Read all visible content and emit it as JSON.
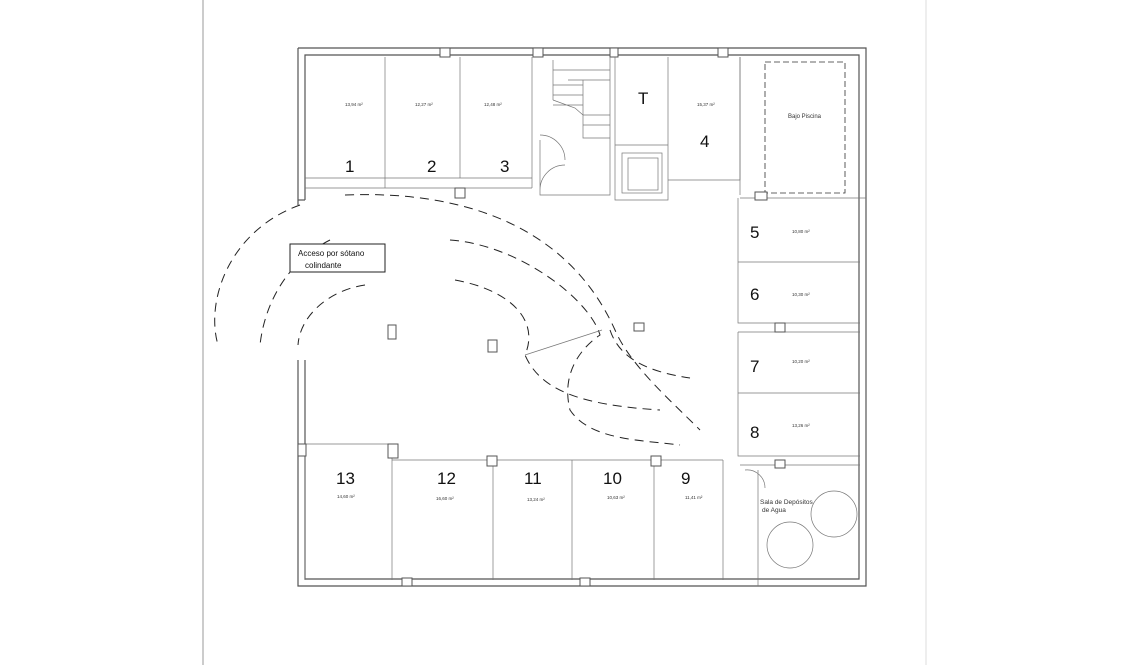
{
  "rooms": [
    {
      "number": "1",
      "area": "13,94 m²"
    },
    {
      "number": "2",
      "area": "12,27 m²"
    },
    {
      "number": "3",
      "area": "12,48 m²"
    },
    {
      "number": "4",
      "area": "15,37 m²"
    },
    {
      "number": "5",
      "area": "10,80 m²"
    },
    {
      "number": "6",
      "area": "10,30 m²"
    },
    {
      "number": "7",
      "area": "10,20 m²"
    },
    {
      "number": "8",
      "area": "13,26 m²"
    },
    {
      "number": "9",
      "area": "11,41 m²"
    },
    {
      "number": "10",
      "area": "10,63 m²"
    },
    {
      "number": "11",
      "area": "13,24 m²"
    },
    {
      "number": "12",
      "area": "16,60 m²"
    },
    {
      "number": "13",
      "area": "14,60 m²"
    }
  ],
  "labels": {
    "toilet": "T",
    "pool": "Bajo Piscina",
    "water_1": "Sala de Depósitos",
    "water_2": "de Agua",
    "access_1": "Acceso por sótano",
    "access_2": "colindante"
  }
}
